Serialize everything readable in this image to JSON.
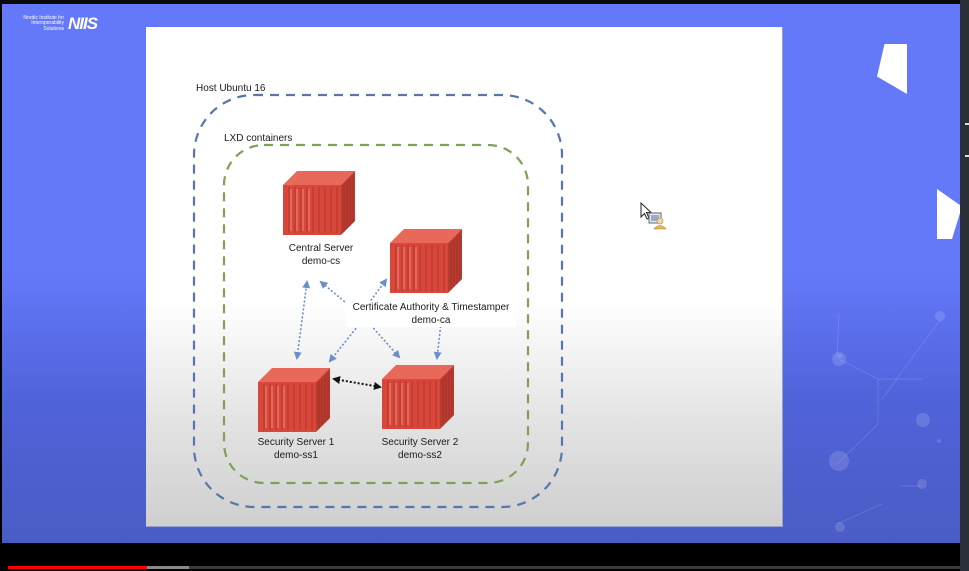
{
  "video": {
    "progress_played_fraction": 0.146,
    "progress_buffered_fraction": 0.19
  },
  "brand": {
    "org_name_line1": "Nordic Institute for",
    "org_name_line2": "Interoperability",
    "org_name_line3": "Solutions",
    "logo_mark": "NIIS"
  },
  "slide": {
    "host_label": "Host Ubuntu 16",
    "lxd_label": "LXD containers",
    "nodes": [
      {
        "name": "Central Server",
        "id": "demo-cs"
      },
      {
        "name": "Certificate Authority & Timestamper",
        "id": "demo-ca"
      },
      {
        "name": "Security Server 1",
        "id": "demo-ss1"
      },
      {
        "name": "Security Server 2",
        "id": "demo-ss2"
      }
    ],
    "colors": {
      "host_border": "#5577aa",
      "lxd_border": "#7fa055",
      "container": "#d9473a",
      "arrow_blue": "#6a8fc8",
      "arrow_black": "#111111"
    }
  },
  "cursor": {
    "icon": "pointer-with-remote-user-icon"
  }
}
